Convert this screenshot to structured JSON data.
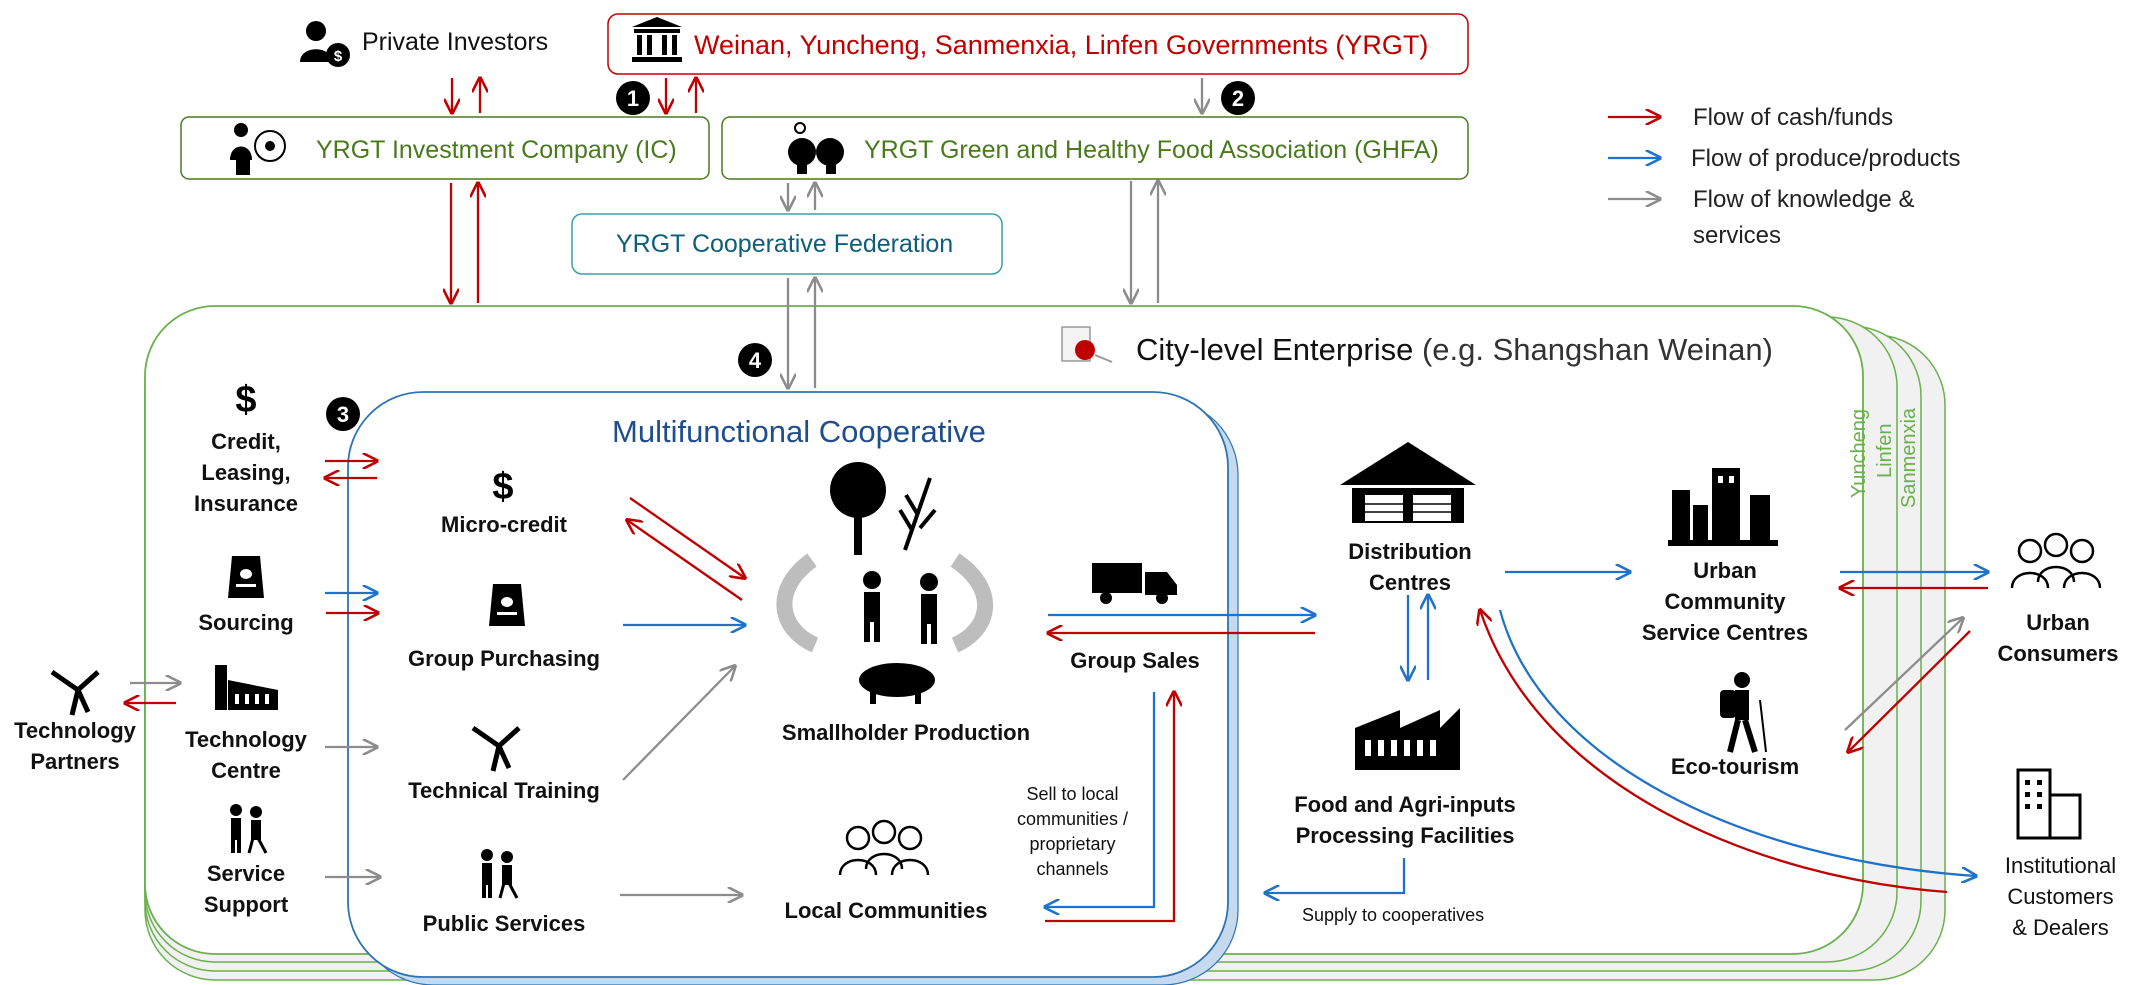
{
  "top": {
    "private_investors": "Private Investors",
    "governments": "Weinan, Yuncheng, Sanmenxia, Linfen Governments (YRGT)",
    "investment_company": "YRGT Investment Company (IC)",
    "ghfa": "YRGT Green and Healthy Food Association (GHFA)",
    "federation": "YRGT Cooperative Federation"
  },
  "markers": [
    "1",
    "2",
    "3",
    "4"
  ],
  "legend": [
    {
      "label": "Flow of cash/funds",
      "color": "#c00000"
    },
    {
      "label": "Flow of produce/products",
      "color": "#1f72c9"
    },
    {
      "label": "Flow of knowledge &",
      "label2": "services",
      "color": "#8c8c8c"
    }
  ],
  "enterprise": {
    "title": "City-level Enterprise",
    "subtitle": " (e.g. Shangshan Weinan)",
    "other_cities": [
      "Yuncheng",
      "Linfen",
      "Sanmenxia"
    ]
  },
  "left_column": {
    "credit": [
      "Credit,",
      "Leasing,",
      "Insurance"
    ],
    "sourcing": "Sourcing",
    "tech_centre": [
      "Technology",
      "Centre"
    ],
    "service_support": [
      "Service",
      "Support"
    ],
    "tech_partners": [
      "Technology",
      "Partners"
    ]
  },
  "coop": {
    "title": "Multifunctional Cooperative",
    "micro_credit": "Micro-credit",
    "group_purchasing": "Group Purchasing",
    "technical_training": "Technical Training",
    "public_services": "Public Services",
    "smallholder": "Smallholder Production",
    "local_communities": "Local Communities",
    "group_sales": "Group Sales",
    "sell_local": [
      "Sell to local",
      "communities /",
      "proprietary",
      "channels"
    ]
  },
  "right": {
    "distribution": [
      "Distribution",
      "Centres"
    ],
    "processing": [
      "Food and Agri-inputs",
      "Processing Facilities"
    ],
    "supply": "Supply to cooperatives",
    "urban_service": [
      "Urban",
      "Community",
      "Service Centres"
    ],
    "eco_tourism": "Eco-tourism",
    "urban_consumers": [
      "Urban",
      "Consumers"
    ],
    "institutional": [
      "Institutional",
      "Customers",
      "& Dealers"
    ]
  },
  "icons": [
    "investor-icon",
    "government-building-icon",
    "investment-icon",
    "brain-icon",
    "enterprise-icon",
    "dollar-icon",
    "seed-bag-icon",
    "pruning-shears-icon",
    "factory-icon",
    "people-icon",
    "tree-icon",
    "wheat-icon",
    "farmer-icon",
    "pig-icon",
    "truck-icon",
    "warehouse-icon",
    "city-buildings-icon",
    "hiker-icon",
    "office-building-icon"
  ]
}
